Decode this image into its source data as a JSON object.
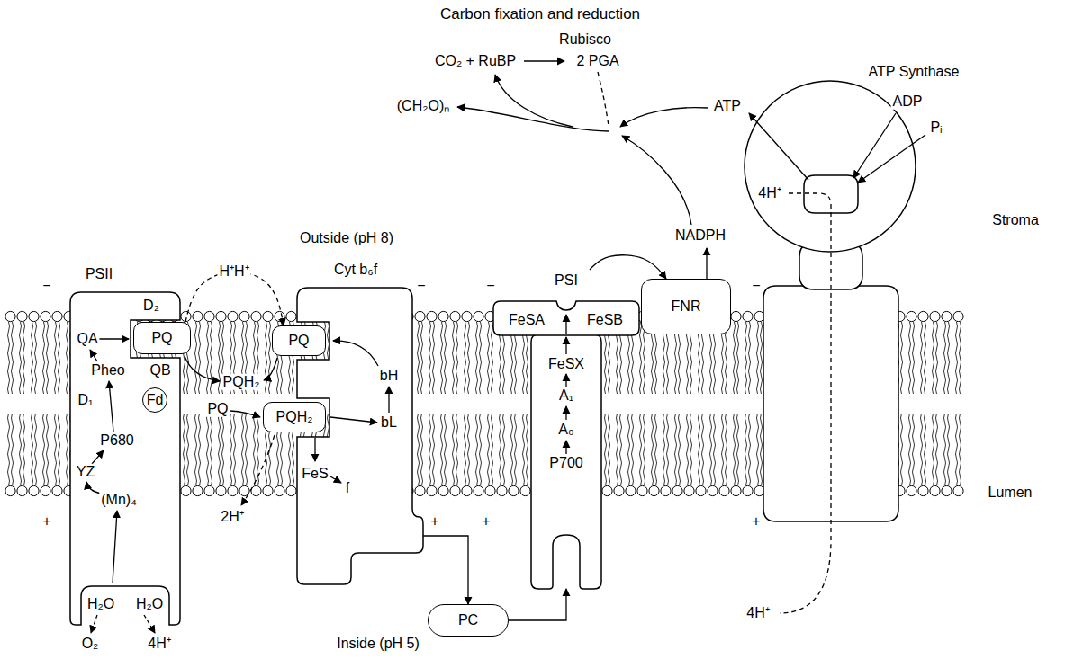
{
  "diagram": {
    "title": "Carbon fixation and reduction",
    "nodes": [
      {
        "text": [
          "PSII"
        ]
      },
      {
        "text": [
          "Fd"
        ],
        "in": 0
      },
      {
        "text": [
          "PQ"
        ]
      },
      {
        "text": [
          "Cyt b₆f"
        ]
      },
      {
        "text": [
          "PQ"
        ]
      },
      {
        "text": [
          "PQH₂"
        ]
      },
      {
        "text": [
          "PC"
        ]
      },
      {
        "text": [
          "PSI"
        ]
      },
      {
        "text": [
          "FeSA",
          "FeSB"
        ]
      },
      {
        "text": [
          "FNR"
        ]
      },
      {
        "text": [
          "ATP Synthase"
        ]
      }
    ],
    "edges": [
      {
        "from": 2,
        "to": 4,
        "label": "H⁺H⁺",
        "arrow": "to"
      },
      {
        "from": 3,
        "to": 6,
        "arrow": "to"
      },
      {
        "from": 6,
        "to": 7,
        "arrow": "to"
      },
      {
        "from": 7,
        "to": 9,
        "arrow": "to"
      }
    ],
    "labels": [
      "Rubisco",
      "CO₂ + RuBP",
      "2 PGA",
      "(CH₂O)ₙ",
      "ATP",
      "ADP",
      "Pᵢ",
      "4H⁺",
      "Stroma",
      "NADPH",
      "Outside (pH 8)",
      "−",
      "−",
      "−",
      "−",
      "D₂",
      "QA",
      "Pheo",
      "QB",
      "D₁",
      "PQH₂",
      "PQ",
      "bH",
      "bL",
      "FeSX",
      "A₁",
      "A₀",
      "P680",
      "P700",
      "YZ",
      "FeS",
      "f",
      "(Mn)₄",
      "Lumen",
      "2H⁺",
      "+",
      "+",
      "+",
      "+",
      "H₂O",
      "H₂O",
      "4H⁺",
      "O₂",
      "4H⁺",
      "Inside (pH 5)"
    ]
  }
}
